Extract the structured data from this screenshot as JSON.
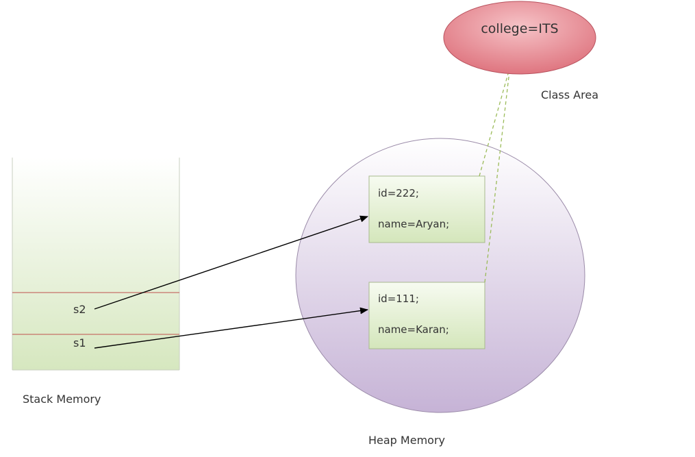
{
  "class_area": {
    "label": "Class Area",
    "static_field": "college=ITS"
  },
  "stack": {
    "label": "Stack Memory",
    "refs": [
      {
        "name": "s2",
        "points_to": "object_2"
      },
      {
        "name": "s1",
        "points_to": "object_1"
      }
    ]
  },
  "heap": {
    "label": "Heap Memory",
    "objects": [
      {
        "id": "object_2",
        "line1": "id=222;",
        "line2": "name=Aryan;"
      },
      {
        "id": "object_1",
        "line1": "id=111;",
        "line2": "name=Karan;"
      }
    ]
  },
  "colors": {
    "class_ellipse": "#e07a84",
    "heap_circle": "#cbbad8",
    "stack_fill": "#dfeccb",
    "object_fill": "#e4efd2",
    "stack_divider": "#c0504d",
    "dashed_link": "#9bbb59",
    "arrow": "#000000"
  }
}
